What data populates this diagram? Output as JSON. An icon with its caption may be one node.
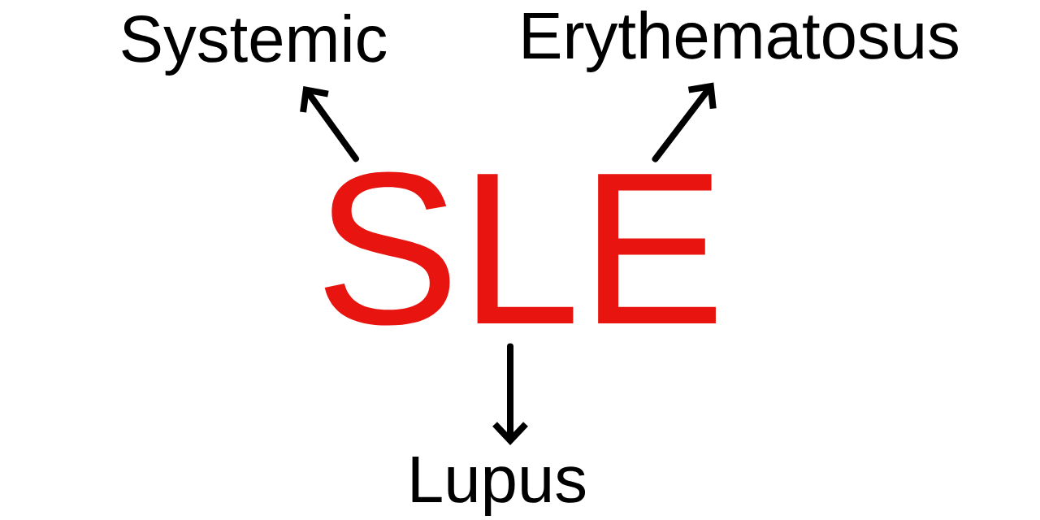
{
  "diagram": {
    "nodes": [
      {
        "text": [
          "SLE"
        ]
      },
      {
        "text": [
          "Systemic"
        ]
      },
      {
        "text": [
          "Erythematosus"
        ]
      },
      {
        "text": [
          "Lupus"
        ]
      }
    ],
    "edges": [
      {
        "from": 0,
        "to": 1,
        "arrow": "to"
      },
      {
        "from": 0,
        "to": 2,
        "arrow": "to"
      },
      {
        "from": 0,
        "to": 3,
        "arrow": "to"
      }
    ]
  }
}
